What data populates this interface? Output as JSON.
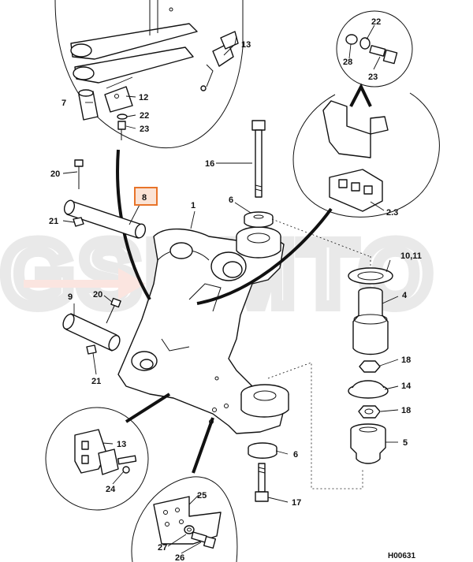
{
  "labels": {
    "l1": "1",
    "l4": "4",
    "l5": "5",
    "l6a": "6",
    "l6b": "6",
    "l7": "7",
    "l8": "8",
    "l9": "9",
    "l1011": "10,11",
    "l12": "12",
    "l13a": "13",
    "l13b": "13",
    "l14": "14",
    "l16": "16",
    "l17": "17",
    "l18a": "18",
    "l18b": "18",
    "l20a": "20",
    "l20b": "20",
    "l21a": "21",
    "l21b": "21",
    "l22a": "22",
    "l22b": "22",
    "l23a": "23",
    "l23b": "23",
    "l24": "24",
    "l25": "25",
    "l26": "26",
    "l27": "27",
    "l28": "28",
    "l23c": "2.3"
  },
  "reference": "H00631",
  "watermark": "GSDMTO",
  "highlight_color": "#e8742a"
}
